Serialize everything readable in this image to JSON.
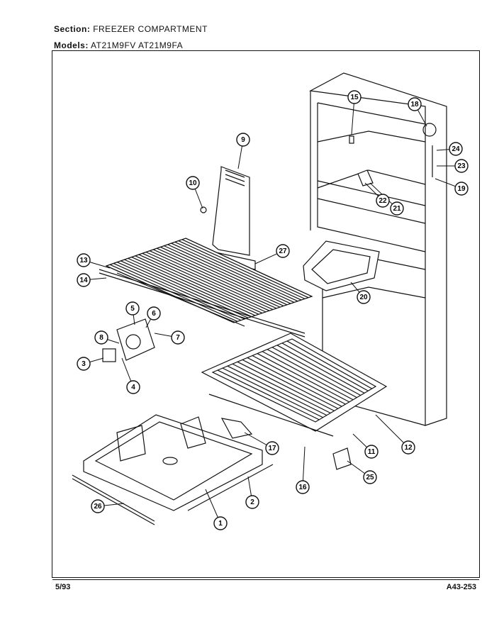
{
  "header": {
    "section_label": "Section:",
    "section_value": "FREEZER COMPARTMENT",
    "models_label": "Models:",
    "models_value": "AT21M9FV   AT21M9FA"
  },
  "footer": {
    "date": "5/93",
    "code": "A43-253"
  },
  "callouts": [
    "1",
    "2",
    "3",
    "4",
    "5",
    "6",
    "7",
    "8",
    "9",
    "10",
    "11",
    "12",
    "13",
    "14",
    "15",
    "16",
    "17",
    "18",
    "19",
    "20",
    "21",
    "22",
    "23",
    "24",
    "25",
    "26",
    "27"
  ]
}
